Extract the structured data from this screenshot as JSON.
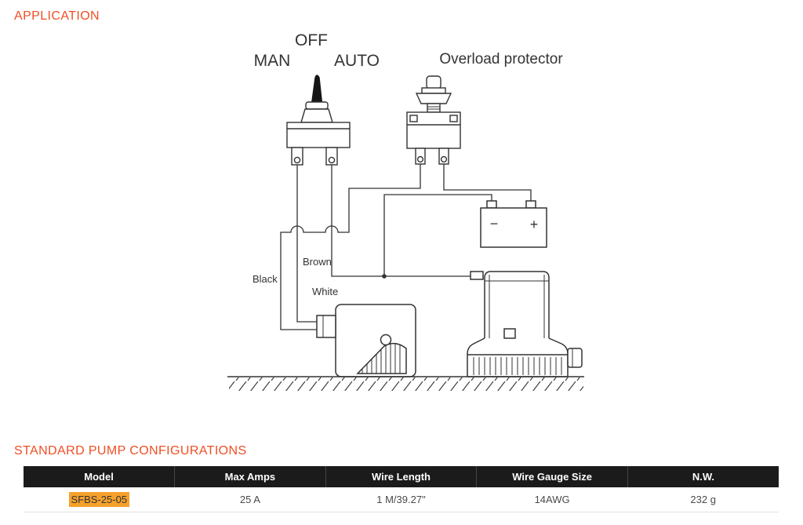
{
  "colors": {
    "accent": "#F04E23",
    "table_header_bg": "#1b1b1b",
    "table_header_text": "#ffffff",
    "model_highlight": "#F5A12B",
    "line_color": "#333333"
  },
  "headings": {
    "application": "APPLICATION",
    "configurations": "STANDARD PUMP CONFIGURATIONS"
  },
  "diagram": {
    "labels": {
      "off": "OFF",
      "man": "MAN",
      "auto": "AUTO",
      "overload": "Overload protector",
      "brown": "Brown",
      "black": "Black",
      "white": "White",
      "minus": "−",
      "plus": "+"
    }
  },
  "table": {
    "headers": [
      "Model",
      "Max Amps",
      "Wire Length",
      "Wire Gauge Size",
      "N.W."
    ],
    "row": {
      "model": "SFBS-25-05",
      "max_amps": "25 A",
      "wire_length": "1 M/39.27\"",
      "wire_gauge": "14AWG",
      "net_weight": "232 g"
    }
  }
}
